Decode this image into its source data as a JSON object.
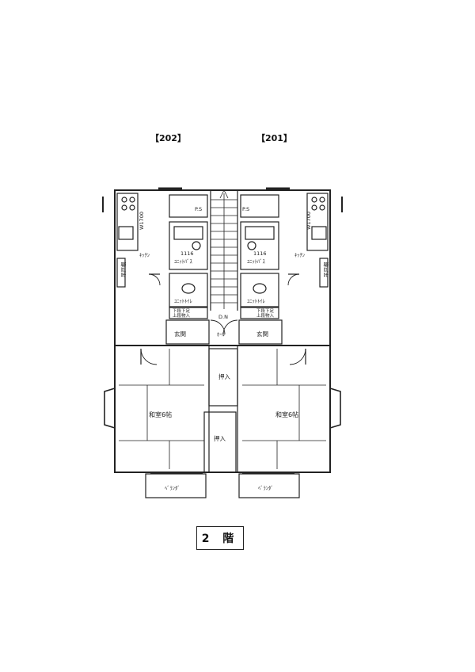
{
  "units": {
    "left": "【202】",
    "right": "【201】"
  },
  "floor_label": "2 階",
  "rooms": {
    "kitchen": "ｷｯﾁﾝ",
    "unit_bath": "ﾕﾆｯﾄﾊﾞｽ",
    "bath_size": "1116",
    "unit_toilet": "ﾕﾆｯﾄﾄｲﾚ",
    "genkan": "玄関",
    "hall": "ﾎｰﾙ",
    "washitsu": "和室6帖",
    "oshiire": "押入",
    "veranda": "ﾍﾞﾗﾝﾀﾞ",
    "ps": "P.S",
    "storage_line1": "下段下足",
    "storage_line2": "上段物入",
    "cupboard": "吊戸棚",
    "w_dim": "W1700",
    "up_down": "D.N"
  }
}
